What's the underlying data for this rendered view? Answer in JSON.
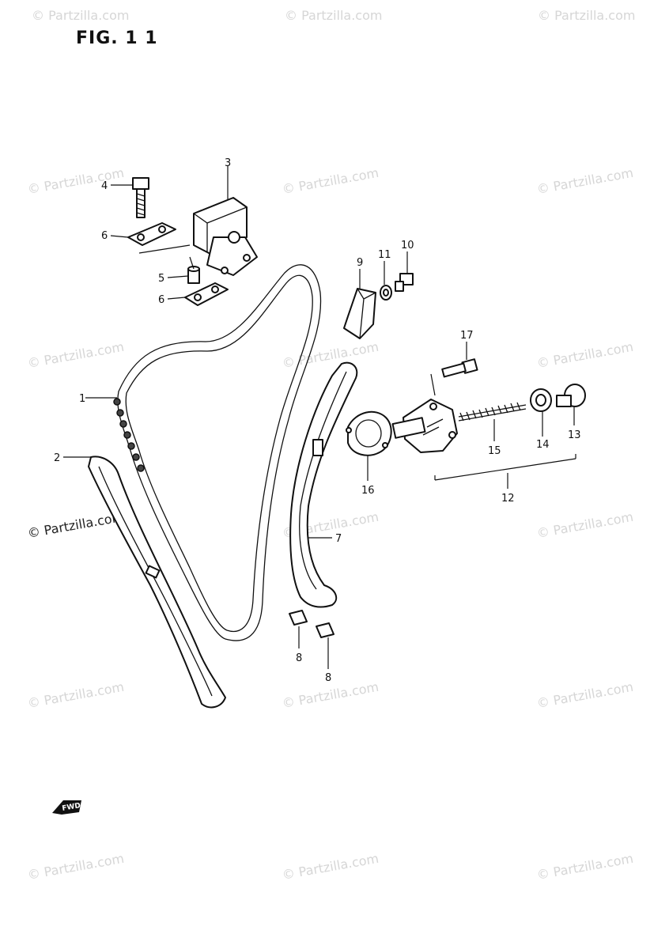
{
  "title": "FIG. 1 1",
  "watermark": "© Partzilla.com",
  "front_marker": "FWD",
  "parts": [
    {
      "no": "1"
    },
    {
      "no": "2"
    },
    {
      "no": "3"
    },
    {
      "no": "4"
    },
    {
      "no": "5"
    },
    {
      "no": "6"
    },
    {
      "no": "6"
    },
    {
      "no": "7"
    },
    {
      "no": "8"
    },
    {
      "no": "8"
    },
    {
      "no": "9"
    },
    {
      "no": "11"
    },
    {
      "no": "10"
    },
    {
      "no": "17"
    },
    {
      "no": "16"
    },
    {
      "no": "15"
    },
    {
      "no": "14"
    },
    {
      "no": "13"
    },
    {
      "no": "12"
    }
  ]
}
